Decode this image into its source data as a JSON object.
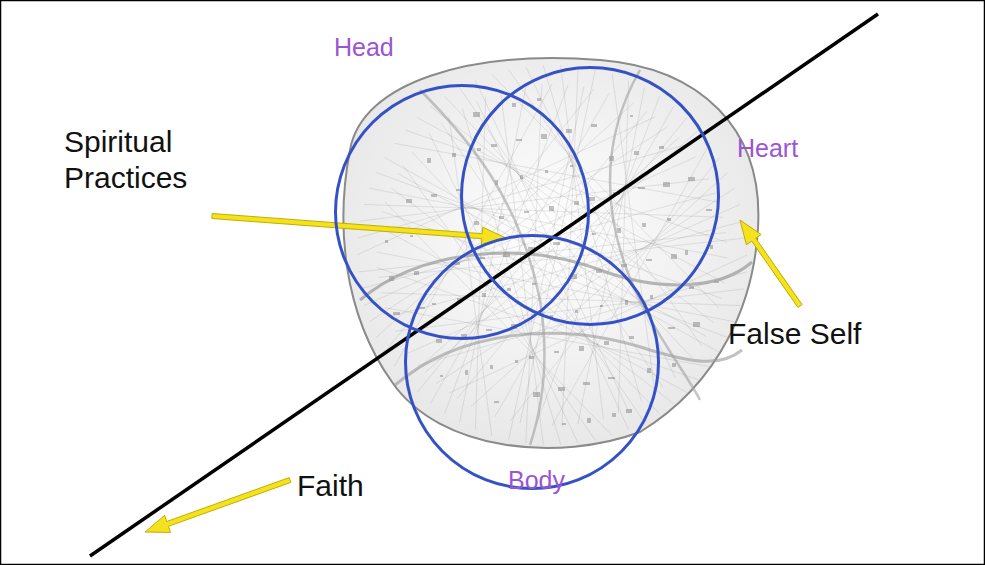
{
  "diagram": {
    "nodes": [
      {
        "text": [
          "Head"
        ]
      },
      {
        "text": [
          "Heart"
        ]
      },
      {
        "text": [
          "Body"
        ]
      }
    ],
    "labels": [
      "Spiritual Practices",
      "False Self",
      "Faith"
    ]
  }
}
